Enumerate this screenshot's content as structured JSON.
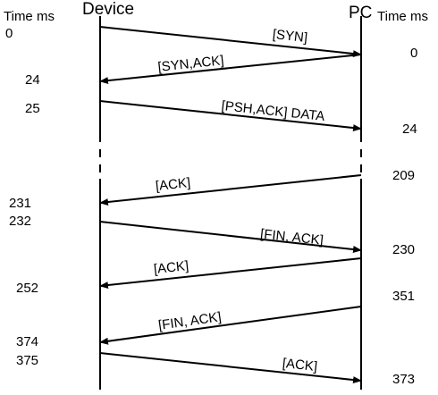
{
  "headers": {
    "left_time": "Time ms",
    "device": "Device",
    "pc": "PC",
    "right_time": "Time ms"
  },
  "device_times": [
    "0",
    "24",
    "25",
    "231",
    "232",
    "252",
    "374",
    "375"
  ],
  "pc_times": [
    "0",
    "24",
    "209",
    "230",
    "351",
    "373"
  ],
  "messages": [
    {
      "label": "[SYN]",
      "direction": "device-to-pc"
    },
    {
      "label": "[SYN,ACK]",
      "direction": "pc-to-device"
    },
    {
      "label": "[PSH,ACK] DATA",
      "direction": "device-to-pc"
    },
    {
      "label": "[ACK]",
      "direction": "pc-to-device"
    },
    {
      "label": "[FIN, ACK]",
      "direction": "device-to-pc"
    },
    {
      "label": "[ACK]",
      "direction": "pc-to-device"
    },
    {
      "label": "[FIN, ACK]",
      "direction": "pc-to-device"
    },
    {
      "label": "[ACK]",
      "direction": "device-to-pc"
    }
  ]
}
